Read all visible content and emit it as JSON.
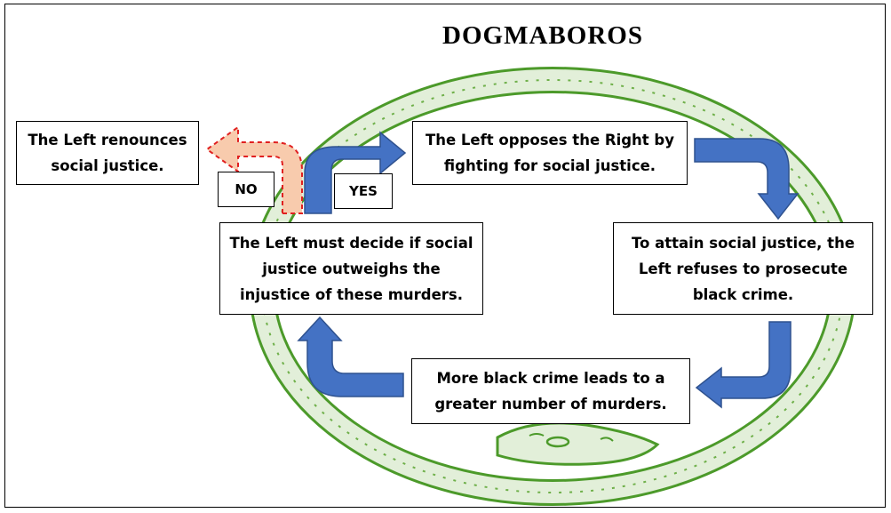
{
  "title": "DOGMABOROS",
  "boxes": {
    "renounce": "The Left renounces social justice.",
    "opposes": "The Left opposes the Right by fighting for social justice.",
    "refuses": "To attain social justice, the Left refuses to prosecute black crime.",
    "murders": "More black crime leads to a greater number of murders.",
    "decide": "The Left must decide if social justice outweighs the injustice of these murders."
  },
  "labels": {
    "no": "NO",
    "yes": "YES"
  },
  "colors": {
    "arrow_blue": "#4472C4",
    "arrow_blue_edge": "#2F528F",
    "no_fill": "#F8CBAD",
    "no_edge": "#E02020",
    "serpent": "#4C9A2A",
    "serpent_inner": "#E2EFD9"
  },
  "icons": [
    "ouroboros-serpent-icon"
  ]
}
